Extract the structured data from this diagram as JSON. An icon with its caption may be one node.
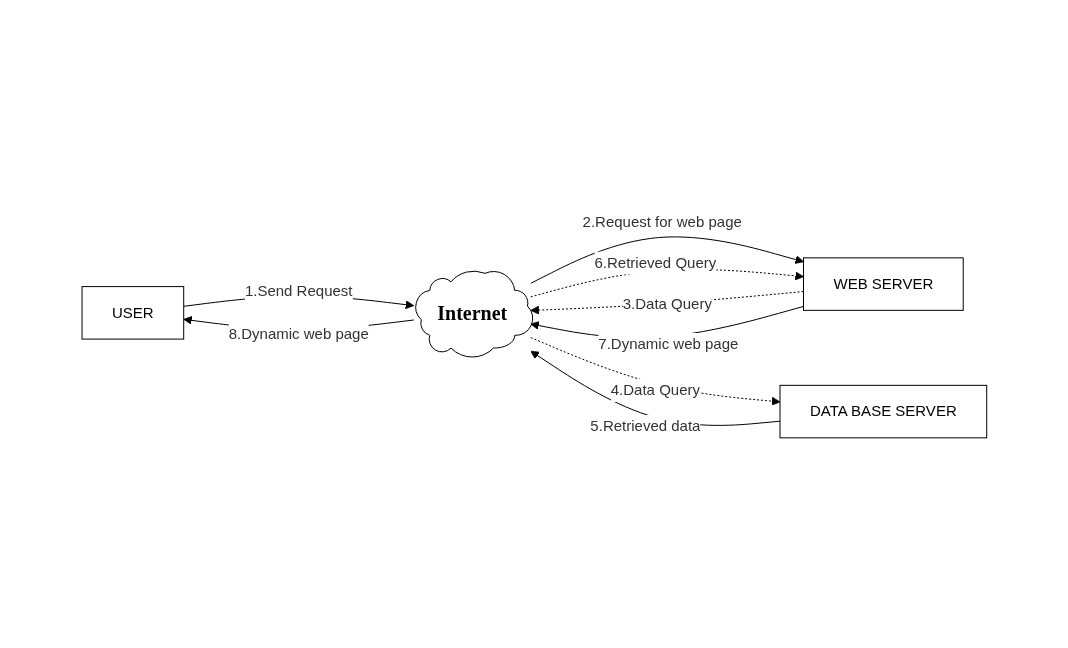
{
  "diagram": {
    "nodes": [
      {
        "text": [
          "USER"
        ]
      },
      {
        "text": [
          "Internet"
        ]
      },
      {
        "text": [
          "WEB SERVER"
        ]
      },
      {
        "text": [
          "DATA BASE SERVER"
        ]
      }
    ],
    "edges": [
      {
        "from": 0,
        "to": 1,
        "arrow": "to",
        "label": "1.Send Request"
      },
      {
        "from": 1,
        "to": 2,
        "arrow": "to",
        "label": "2.Request for web page"
      },
      {
        "from": 2,
        "to": 1,
        "arrow": "to",
        "label": "3.Data Query",
        "style": "dashed"
      },
      {
        "from": 1,
        "to": 3,
        "arrow": "to",
        "label": "4.Data Query",
        "style": "dashed"
      },
      {
        "from": 3,
        "to": 1,
        "arrow": "to",
        "label": "5.Retrieved data"
      },
      {
        "from": 1,
        "to": 2,
        "arrow": "to",
        "label": "6.Retrieved Query",
        "style": "dashed"
      },
      {
        "from": 2,
        "to": 1,
        "arrow": "to",
        "label": "7.Dynamic web page"
      },
      {
        "from": 1,
        "to": 0,
        "arrow": "to",
        "label": "8.Dynamic web page"
      }
    ]
  }
}
